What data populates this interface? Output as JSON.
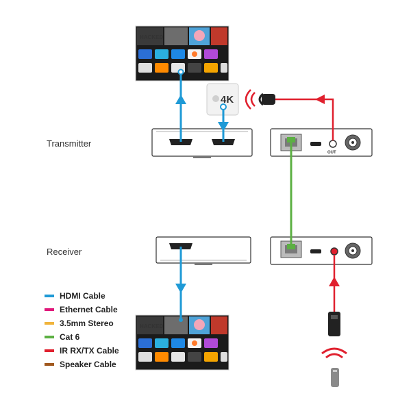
{
  "labels": {
    "transmitter": "Transmitter",
    "receiver": "Receiver",
    "apple_tv_badge": "4K",
    "ir_out": "OUT",
    "tv_banner": "HACKED"
  },
  "colors": {
    "hdmi": "#1f9ad6",
    "ethernet": "#e0177a",
    "stereo": "#f0b43c",
    "cat6": "#5cb043",
    "ir": "#e0202e",
    "speaker": "#a0581e",
    "device_stroke": "#333333"
  },
  "legend": [
    {
      "label": "HDMI Cable",
      "color": "#1f9ad6"
    },
    {
      "label": "Ethernet Cable",
      "color": "#e0177a"
    },
    {
      "label": "3.5mm Stereo",
      "color": "#f0b43c"
    },
    {
      "label": "Cat 6",
      "color": "#5cb043"
    },
    {
      "label": "IR RX/TX Cable",
      "color": "#e0202e"
    },
    {
      "label": "Speaker Cable",
      "color": "#a0581e"
    }
  ],
  "icons": {
    "tv_top": "tv-screen-icon",
    "tv_bottom": "tv-screen-icon",
    "apple_tv": "apple-tv-4k-icon",
    "ir_emitter": "ir-emitter-icon",
    "ir_receiver": "ir-receiver-icon",
    "remote": "remote-control-icon"
  }
}
